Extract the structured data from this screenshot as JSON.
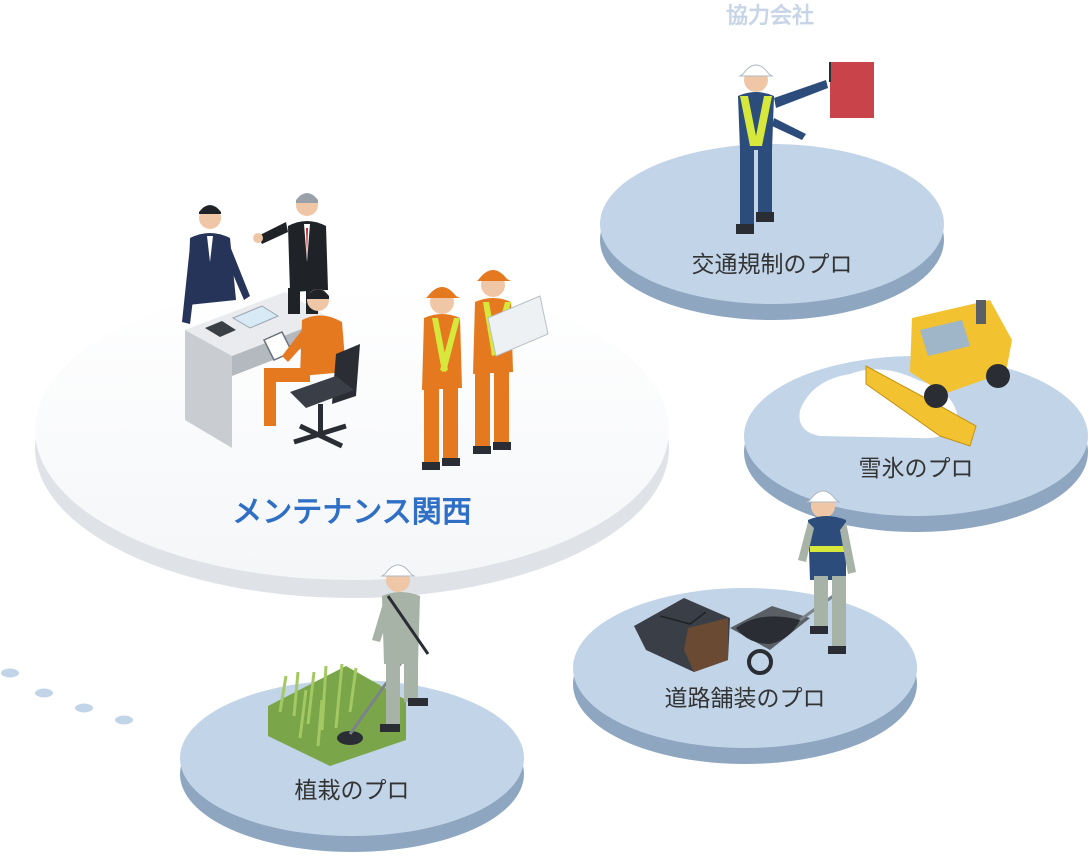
{
  "title": "協力会社",
  "hub": {
    "label": "メンテナンス関西"
  },
  "specialists": [
    {
      "id": "traffic",
      "label": "交通規制のプロ",
      "icon": "flag-worker-icon"
    },
    {
      "id": "snow",
      "label": "雪氷のプロ",
      "icon": "snow-plow-icon"
    },
    {
      "id": "paving",
      "label": "道路舗装のプロ",
      "icon": "wheelbarrow-worker-icon"
    },
    {
      "id": "planting",
      "label": "植栽のプロ",
      "icon": "grass-trimmer-worker-icon"
    }
  ],
  "colors": {
    "platform_top": "#c2d4e8",
    "platform_side": "#8ea6c0",
    "hub_top": "#ffffff",
    "hub_side": "#e1e4e8",
    "hub_label": "#2f6fc6",
    "title_label": "#c7d5e6",
    "dots": "#c2d4e8"
  }
}
